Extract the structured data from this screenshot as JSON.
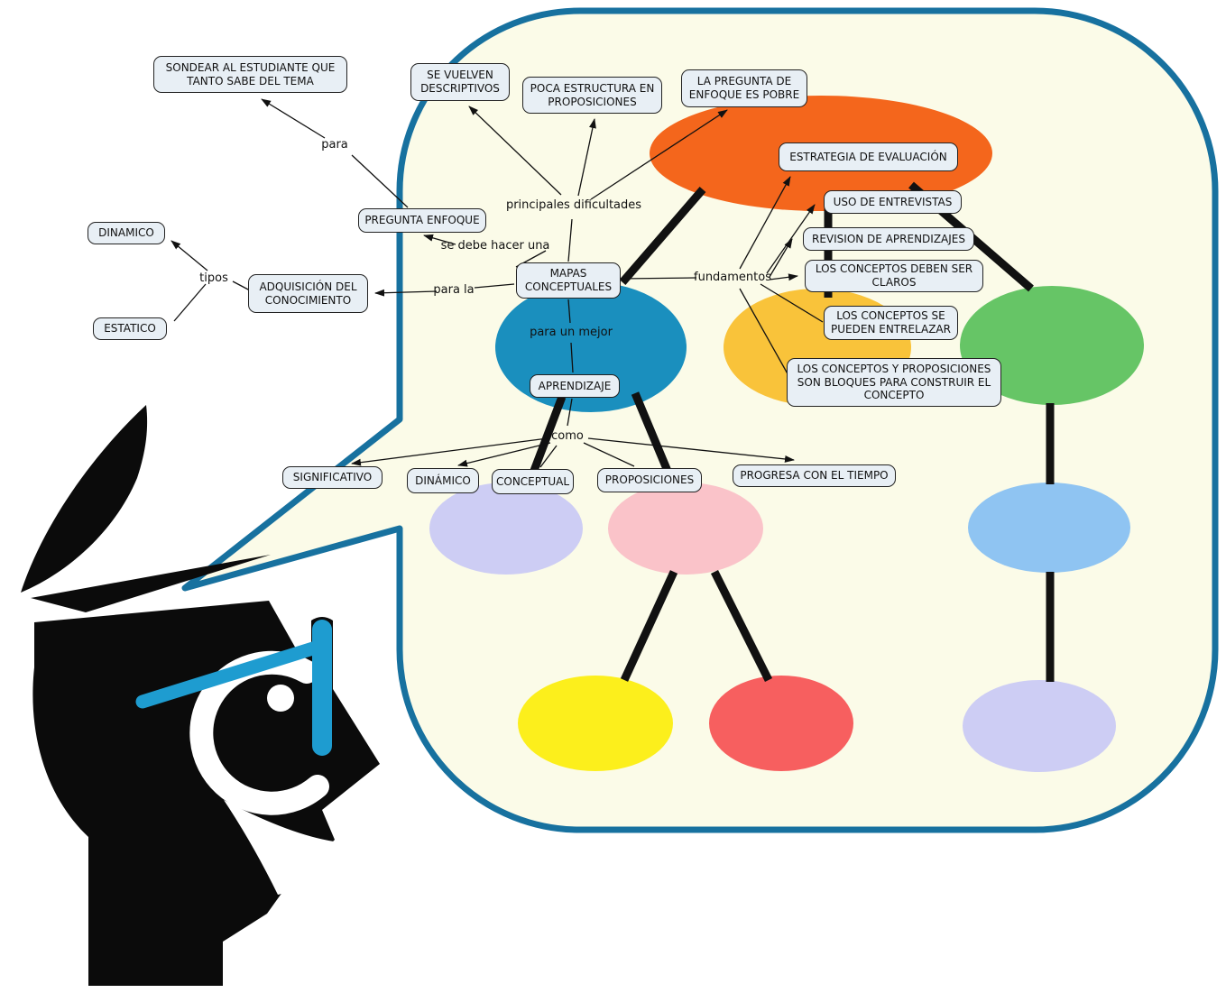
{
  "diagram_title": "Mapa conceptual sobre MAPAS CONCEPTUALES",
  "colors": {
    "bubble_border": "#17719F",
    "bubble_fill": "#FBFBE8",
    "node_fill": "#E8EFF5",
    "node_border": "#222222",
    "line": "#111111",
    "head_black": "#0B0B0B",
    "glasses_blue": "#1E9CD0",
    "ellipse_orange": "#F4661C",
    "ellipse_teal": "#1A8FBE",
    "ellipse_amber": "#F9C33A",
    "ellipse_green": "#66C566",
    "ellipse_lavender": "#CDCDF4",
    "ellipse_pink": "#FAC3C9",
    "ellipse_lightblue": "#8FC4F2",
    "ellipse_yellow": "#FCEF1C",
    "ellipse_red": "#F75F5F",
    "white": "#FFFFFF"
  },
  "nodes": {
    "sondear": {
      "label": "SONDEAR AL ESTUDIANTE QUE TANTO SABE DEL TEMA"
    },
    "se_vuelven": {
      "label": "SE VUELVEN DESCRIPTIVOS"
    },
    "poca_estructura": {
      "label": "POCA ESTRUCTURA EN PROPOSICIONES"
    },
    "pregunta_pobre": {
      "label": "LA PREGUNTA DE ENFOQUE ES POBRE"
    },
    "estrategia": {
      "label": "ESTRATEGIA DE EVALUACIÓN"
    },
    "uso_entrevistas": {
      "label": "USO DE ENTREVISTAS"
    },
    "revision": {
      "label": "REVISION DE APRENDIZAJES"
    },
    "conceptos_claros": {
      "label": "LOS CONCEPTOS DEBEN SER CLAROS"
    },
    "entrelazar": {
      "label": "LOS CONCEPTOS SE PUEDEN ENTRELAZAR"
    },
    "bloques": {
      "label": "LOS CONCEPTOS Y PROPOSICIONES SON BLOQUES PARA CONSTRUIR EL CONCEPTO"
    },
    "dinamico_tipo": {
      "label": "DINAMICO"
    },
    "estatico_tipo": {
      "label": "ESTATICO"
    },
    "adquisicion": {
      "label": "ADQUISICIÓN DEL CONOCIMIENTO"
    },
    "pregunta_enfoque": {
      "label": "PREGUNTA ENFOQUE"
    },
    "mapas": {
      "label": "MAPAS CONCEPTUALES"
    },
    "aprendizaje": {
      "label": "APRENDIZAJE"
    },
    "significativo": {
      "label": "SIGNIFICATIVO"
    },
    "dinamico_como": {
      "label": "DINÁMICO"
    },
    "conceptual": {
      "label": "CONCEPTUAL"
    },
    "proposiciones": {
      "label": "PROPOSICIONES"
    },
    "progresa": {
      "label": "PROGRESA CON EL TIEMPO"
    }
  },
  "link_labels": {
    "para": "para",
    "se_debe": "se debe hacer una",
    "principales": "principales dificultades",
    "tipos": "tipos",
    "para_la": "para la",
    "fundamentos": "fundamentos",
    "para_un_mejor": "para un mejor",
    "como": "como"
  }
}
